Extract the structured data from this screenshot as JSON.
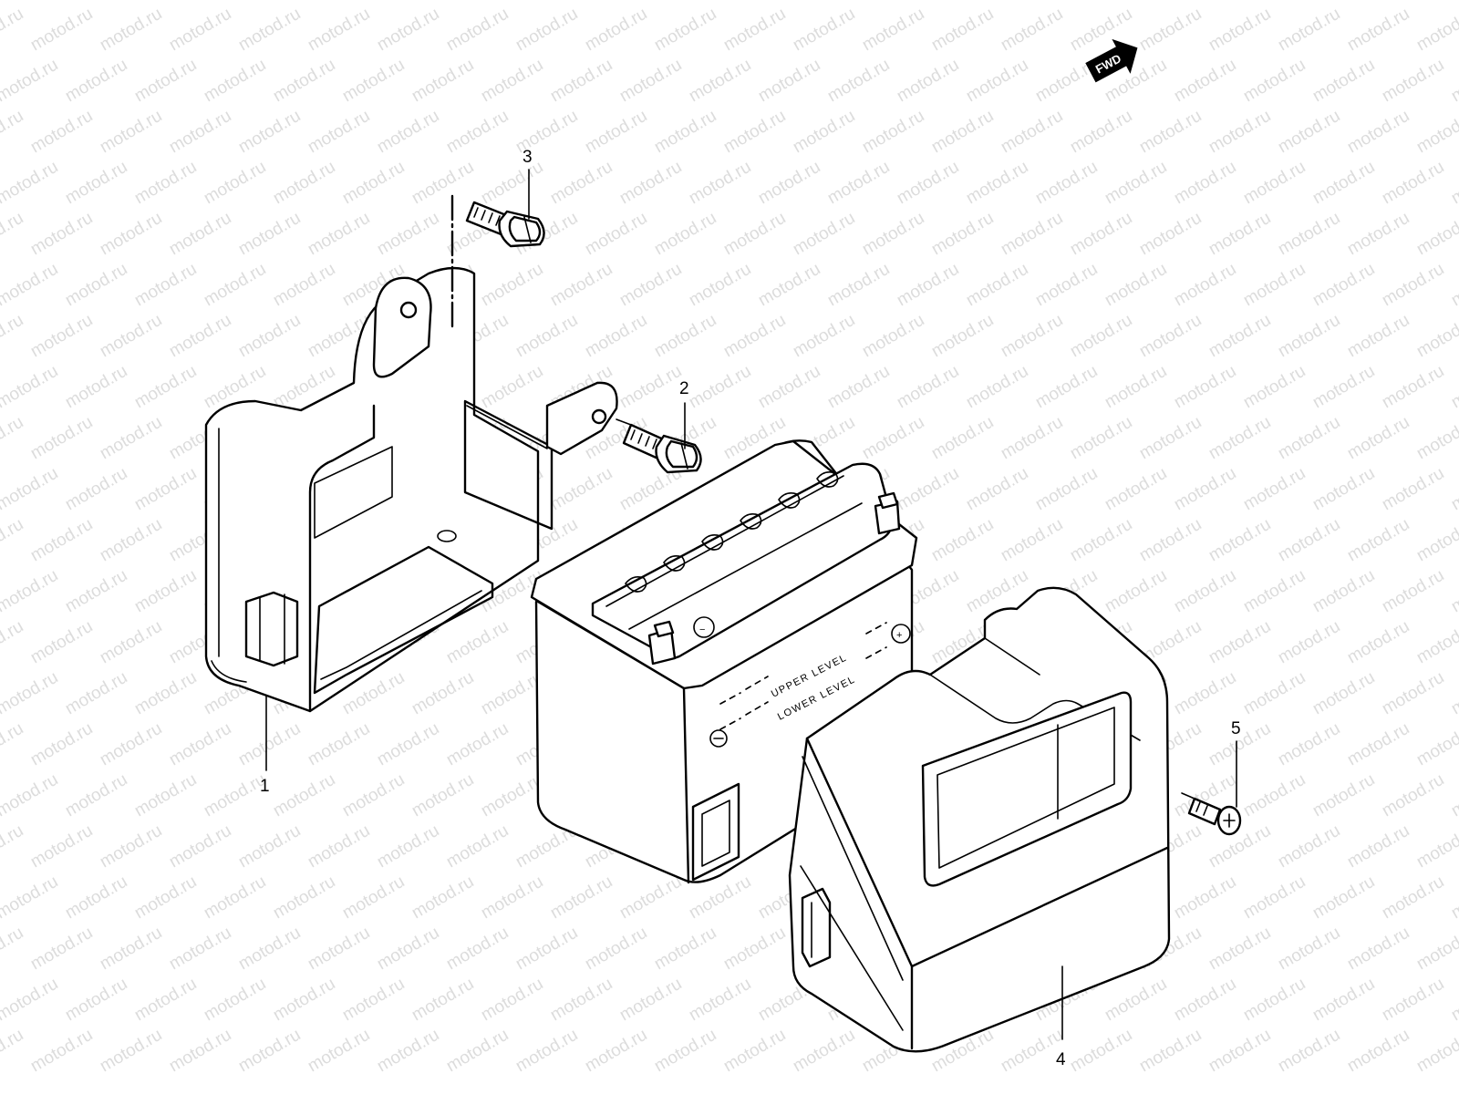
{
  "watermark": {
    "text": "motod.ru"
  },
  "direction_badge": {
    "label": "FWD"
  },
  "battery": {
    "upper_level_label": "UPPER LEVEL",
    "lower_level_label": "LOWER LEVEL",
    "terminal_negative": "−",
    "terminal_positive": "+"
  },
  "callouts": [
    {
      "number": "1",
      "part": "battery holder"
    },
    {
      "number": "2",
      "part": "bolt"
    },
    {
      "number": "3",
      "part": "bolt"
    },
    {
      "number": "4",
      "part": "battery cover"
    },
    {
      "number": "5",
      "part": "screw"
    }
  ]
}
